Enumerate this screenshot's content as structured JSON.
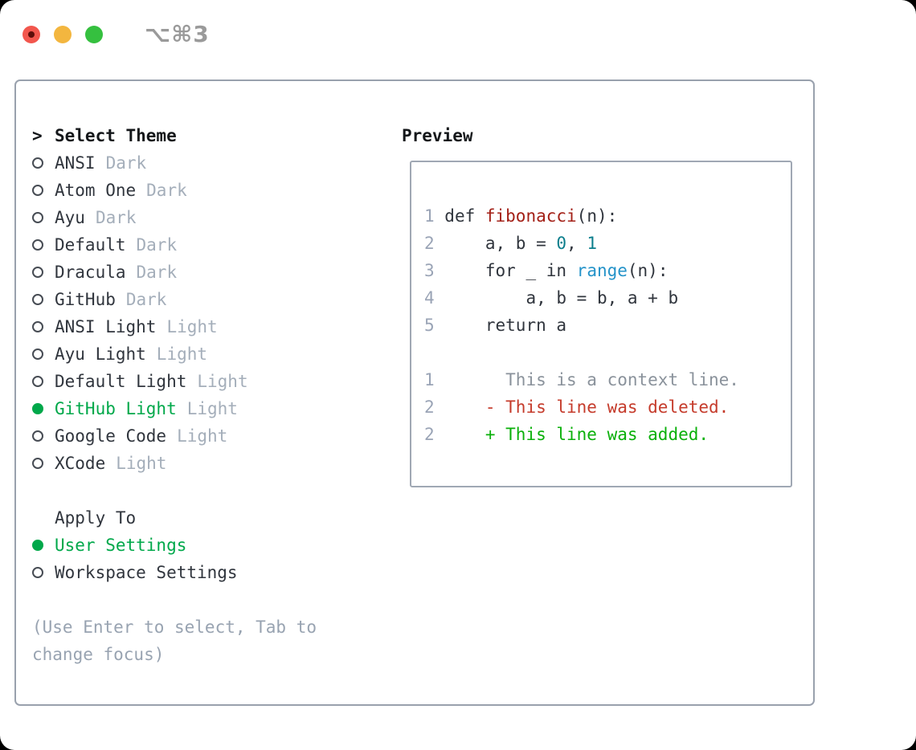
{
  "window": {
    "shortcut": "⌥⌘3",
    "traffic_lights": [
      "close",
      "minimize",
      "zoom"
    ]
  },
  "colors": {
    "accent": "#00a84a",
    "added": "#0ab00a",
    "deleted": "#c53b2b",
    "func": "#a32017",
    "numlit": "#0b7e8c",
    "builtin": "#2493c9",
    "code": "#30353d",
    "heading": "#14171a",
    "tag": "#a4aeba",
    "linenum": "#9aa4b6",
    "context": "#8a929b",
    "hint": "#98a3b1",
    "panel-border": "#99a1ad",
    "box-border": "#a0a8b4",
    "radio": "#474c54",
    "shortcut": "#9a9a9a",
    "traffic-red": "#f2564d",
    "traffic-red-dot": "#5d0e0a",
    "traffic-yellow": "#f3b63f",
    "traffic-green": "#35c03f"
  },
  "theme_picker": {
    "title_prefix": ">",
    "title": "Select Theme",
    "items": [
      {
        "name": "ANSI",
        "tag": "Dark",
        "selected": false
      },
      {
        "name": "Atom One",
        "tag": "Dark",
        "selected": false
      },
      {
        "name": "Ayu",
        "tag": "Dark",
        "selected": false
      },
      {
        "name": "Default",
        "tag": "Dark",
        "selected": false
      },
      {
        "name": "Dracula",
        "tag": "Dark",
        "selected": false
      },
      {
        "name": "GitHub",
        "tag": "Dark",
        "selected": false
      },
      {
        "name": "ANSI Light",
        "tag": "Light",
        "selected": false
      },
      {
        "name": "Ayu Light",
        "tag": "Light",
        "selected": false
      },
      {
        "name": "Default Light",
        "tag": "Light",
        "selected": false
      },
      {
        "name": "GitHub Light",
        "tag": "Light",
        "selected": true
      },
      {
        "name": "Google Code",
        "tag": "Light",
        "selected": false
      },
      {
        "name": "XCode",
        "tag": "Light",
        "selected": false
      }
    ]
  },
  "apply_to": {
    "title": "Apply To",
    "options": [
      {
        "name": "User Settings",
        "selected": true
      },
      {
        "name": "Workspace Settings",
        "selected": false
      }
    ]
  },
  "hint": "(Use Enter to select, Tab to change focus)",
  "preview": {
    "label": "Preview",
    "lines": [
      {
        "num": "1",
        "segments": [
          {
            "t": "def ",
            "c": "code"
          },
          {
            "t": "fibonacci",
            "c": "func"
          },
          {
            "t": "(n):",
            "c": "code"
          }
        ]
      },
      {
        "num": "2",
        "segments": [
          {
            "t": "    a, b = ",
            "c": "code"
          },
          {
            "t": "0",
            "c": "num"
          },
          {
            "t": ", ",
            "c": "code"
          },
          {
            "t": "1",
            "c": "num"
          }
        ]
      },
      {
        "num": "3",
        "segments": [
          {
            "t": "    for _ in ",
            "c": "code"
          },
          {
            "t": "range",
            "c": "builtin"
          },
          {
            "t": "(n):",
            "c": "code"
          }
        ]
      },
      {
        "num": "4",
        "segments": [
          {
            "t": "        a, b = b, a + b",
            "c": "code"
          }
        ]
      },
      {
        "num": "5",
        "segments": [
          {
            "t": "    return a",
            "c": "code"
          }
        ]
      },
      {
        "num": "",
        "segments": []
      },
      {
        "num": "1",
        "segments": [
          {
            "t": "      This is a context line.",
            "c": "context"
          }
        ]
      },
      {
        "num": "2",
        "segments": [
          {
            "t": "    - This line was deleted.",
            "c": "deleted"
          }
        ]
      },
      {
        "num": "2",
        "segments": [
          {
            "t": "    + This line was added.",
            "c": "added"
          }
        ]
      }
    ]
  }
}
